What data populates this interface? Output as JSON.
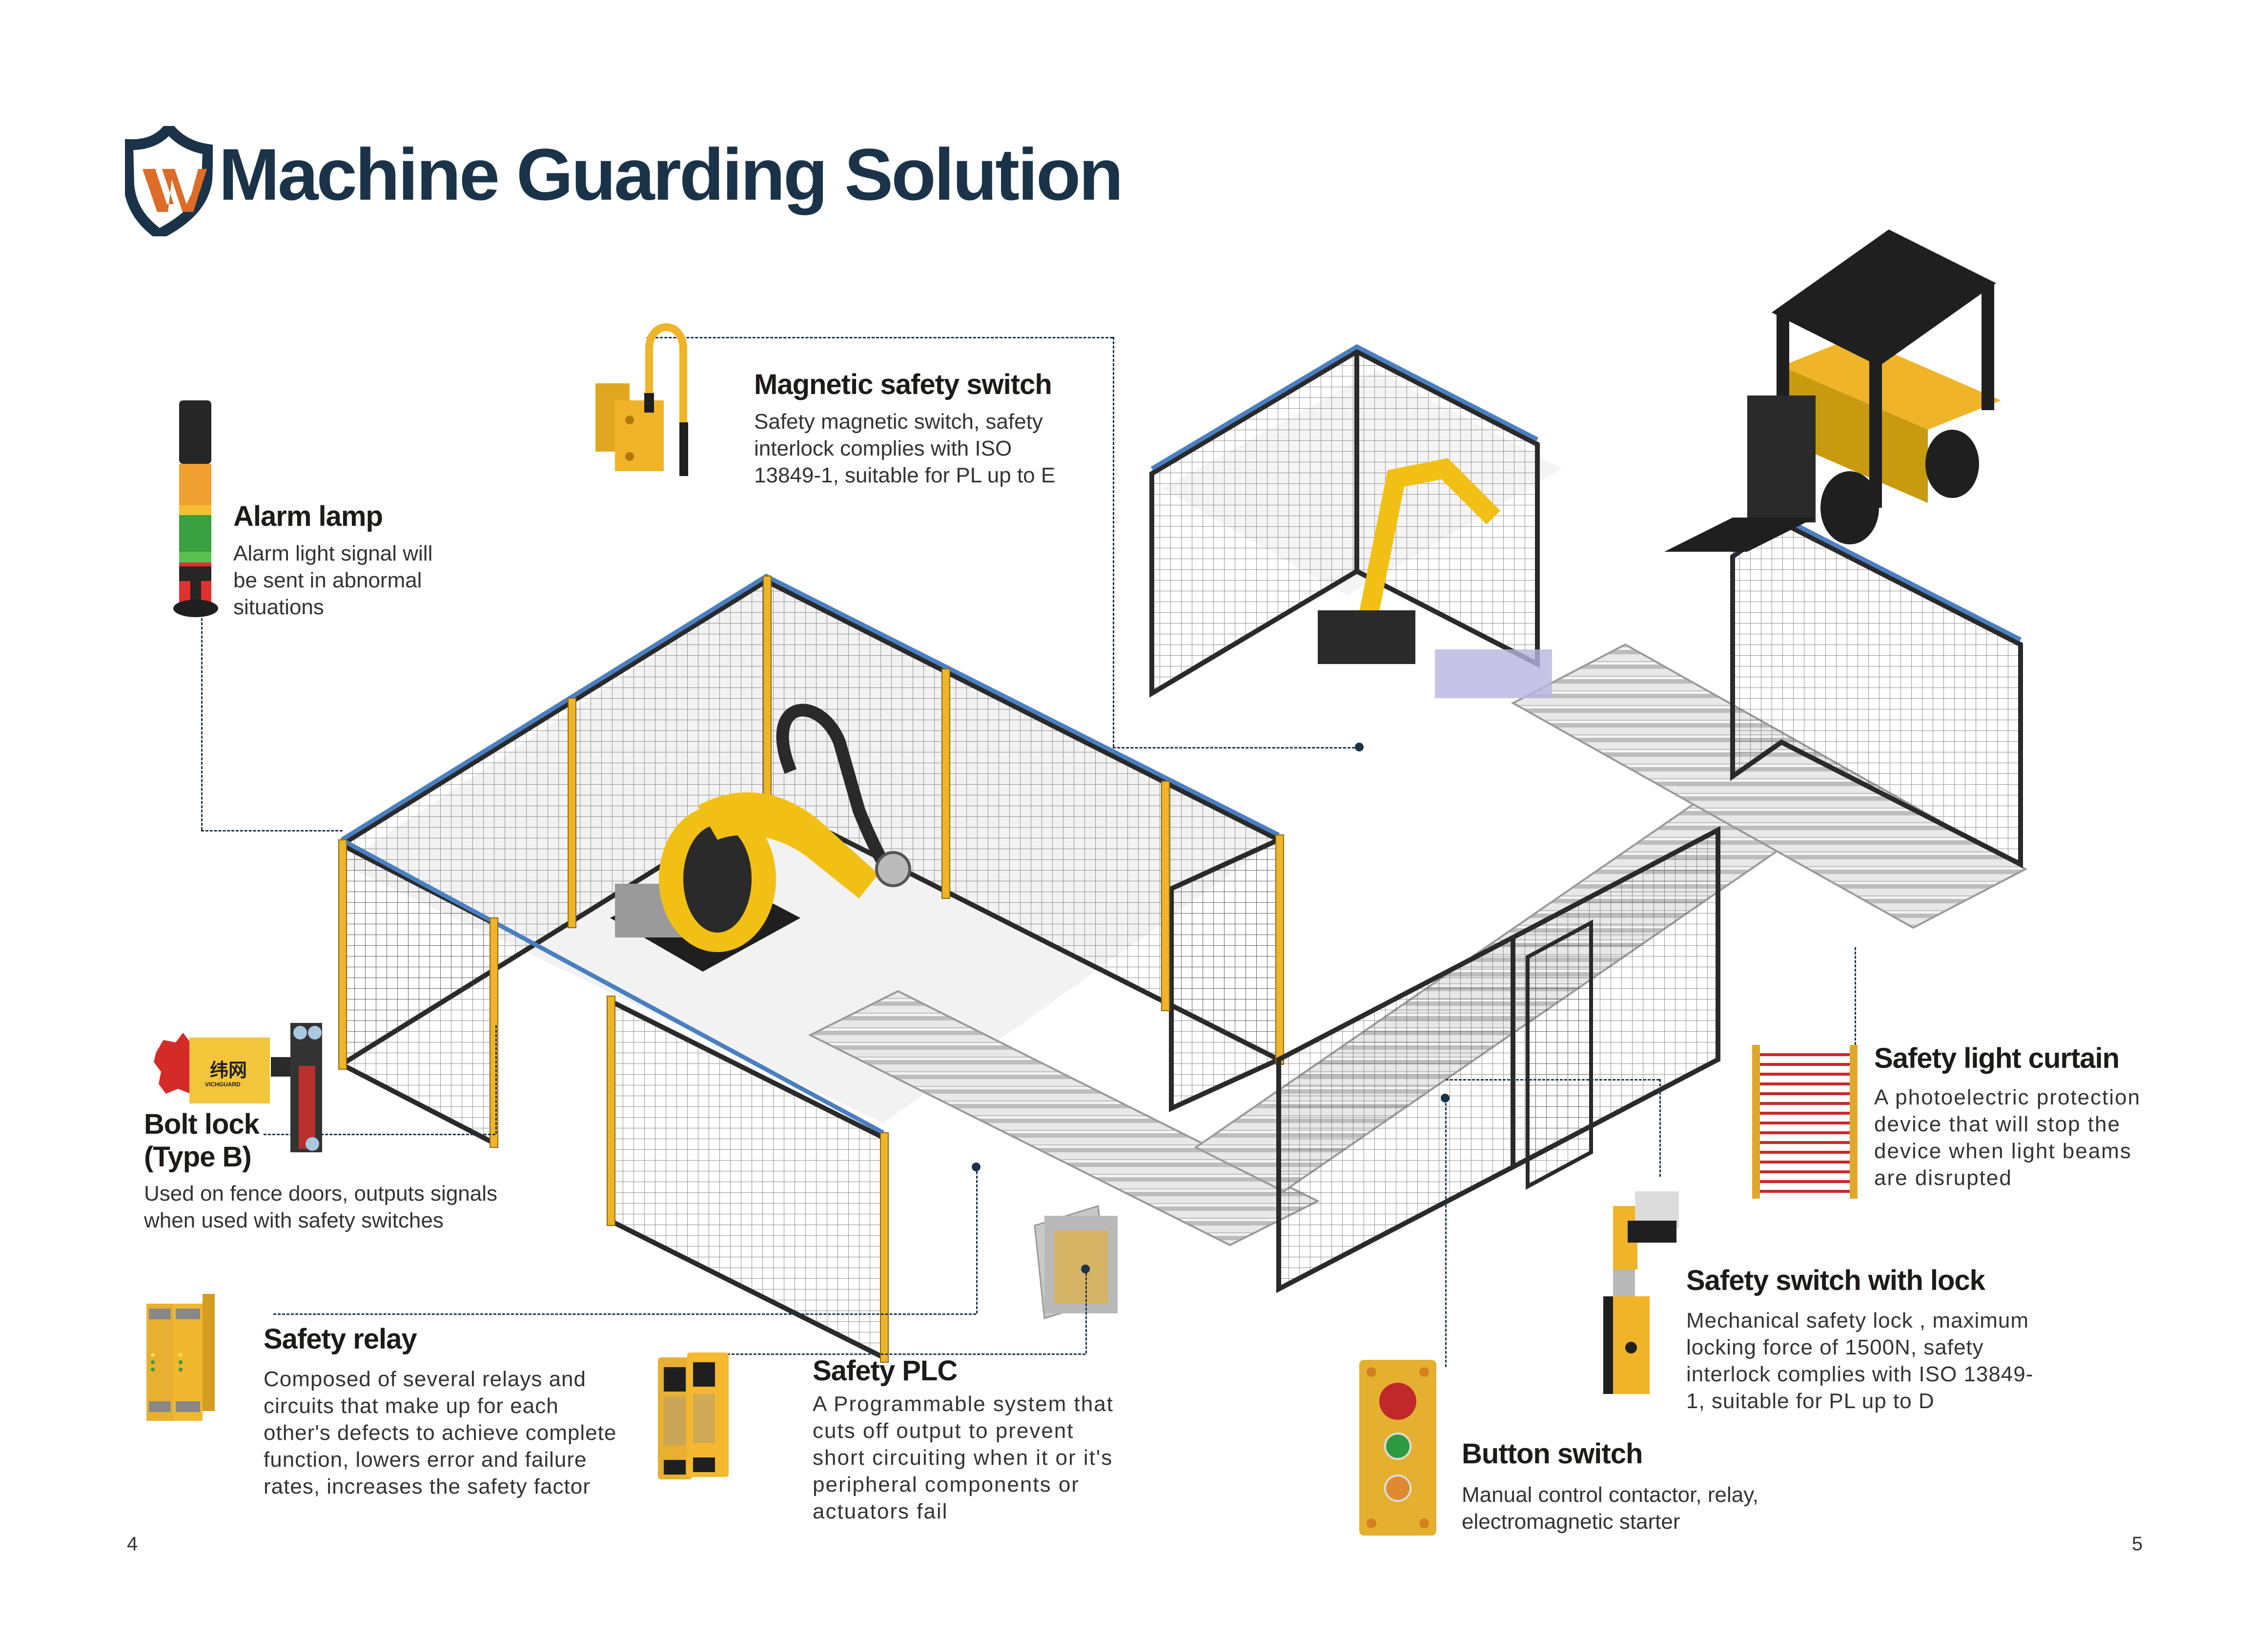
{
  "header": {
    "title": "Machine Guarding Solution",
    "logo_icon": "shield-w-logo"
  },
  "colors": {
    "brand_navy": "#1b3349",
    "brand_orange": "#dc6c27",
    "safety_yellow": "#f0b429",
    "fence_black": "#2a2a2a",
    "cable_blue": "#4a7fc1",
    "beam_red": "#c8282a"
  },
  "callouts": {
    "magnetic_switch": {
      "title": "Magnetic safety switch",
      "desc": [
        "Safety magnetic switch, safety",
        "interlock complies with ISO",
        "13849-1, suitable for PL up to E"
      ]
    },
    "alarm_lamp": {
      "title": "Alarm lamp",
      "desc": [
        "Alarm light signal will",
        "be sent in abnormal",
        "situations"
      ]
    },
    "bolt_lock": {
      "title_line1": "Bolt lock",
      "title_line2": "(Type B)",
      "desc": [
        "Used on fence doors, outputs signals",
        "when used with safety switches"
      ],
      "brand_cn": "纬网",
      "brand_en": "VICHGUARD"
    },
    "safety_relay": {
      "title": "Safety relay",
      "desc": [
        "Composed of several relays and",
        "circuits that make up for each",
        "other's defects to achieve complete",
        "function, lowers error and failure",
        "rates, increases the safety factor"
      ]
    },
    "safety_plc": {
      "title": "Safety PLC",
      "desc": [
        "A Programmable system that",
        "cuts off output to prevent",
        "short circuiting when it or it's",
        "peripheral components or",
        "actuators fail"
      ]
    },
    "button_switch": {
      "title": "Button switch",
      "desc": [
        "Manual control contactor, relay,",
        "electromagnetic starter"
      ]
    },
    "safety_switch_lock": {
      "title": "Safety switch with lock",
      "desc": [
        "Mechanical safety lock , maximum",
        "locking force of 1500N, safety",
        "interlock complies with ISO 13849-",
        "1, suitable for PL up to D"
      ]
    },
    "light_curtain": {
      "title": "Safety light curtain",
      "desc": [
        "A photoelectric protection",
        "device that will stop the",
        "device when light beams",
        "are disrupted"
      ]
    }
  },
  "footer": {
    "page_left": "4",
    "page_right": "5"
  }
}
